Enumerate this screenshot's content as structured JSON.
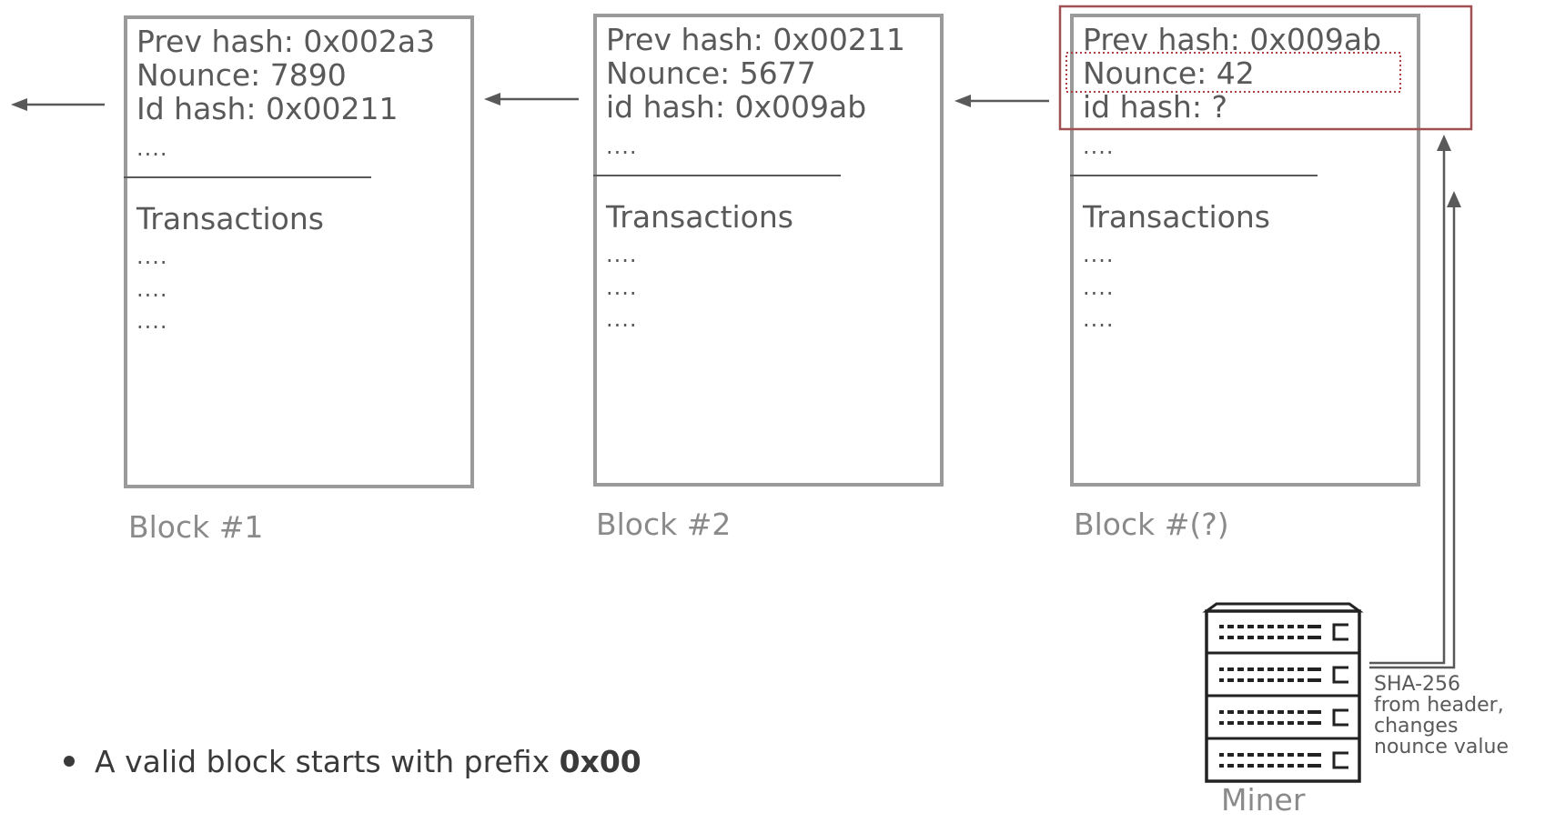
{
  "blocks": [
    {
      "prev_hash": "Prev hash: 0x002a3",
      "nounce": "Nounce: 7890",
      "id_hash": "Id hash: 0x00211",
      "dots_header": "....",
      "tx_title": "Transactions",
      "tx_lines": [
        "....",
        "....",
        "...."
      ],
      "label": "Block #1"
    },
    {
      "prev_hash": "Prev hash: 0x00211",
      "nounce": "Nounce: 5677",
      "id_hash": "id hash: 0x009ab",
      "dots_header": "....",
      "tx_title": "Transactions",
      "tx_lines": [
        "....",
        "....",
        "...."
      ],
      "label": "Block #2"
    },
    {
      "prev_hash": "Prev hash: 0x009ab",
      "nounce": "Nounce: 42",
      "id_hash": "id hash: ?",
      "dots_header": "....",
      "tx_title": "Transactions",
      "tx_lines": [
        "....",
        "....",
        "...."
      ],
      "label": "Block #(?)"
    }
  ],
  "miner": {
    "note_lines": [
      "SHA-256",
      "from header,",
      "changes",
      "nounce value"
    ],
    "label": "Miner"
  },
  "bullet": {
    "text": "A valid block starts with prefix ",
    "bold": "0x00"
  },
  "colors": {
    "highlight": "#a05050",
    "arrow": "#595959",
    "block_border": "#9a9a9a"
  }
}
